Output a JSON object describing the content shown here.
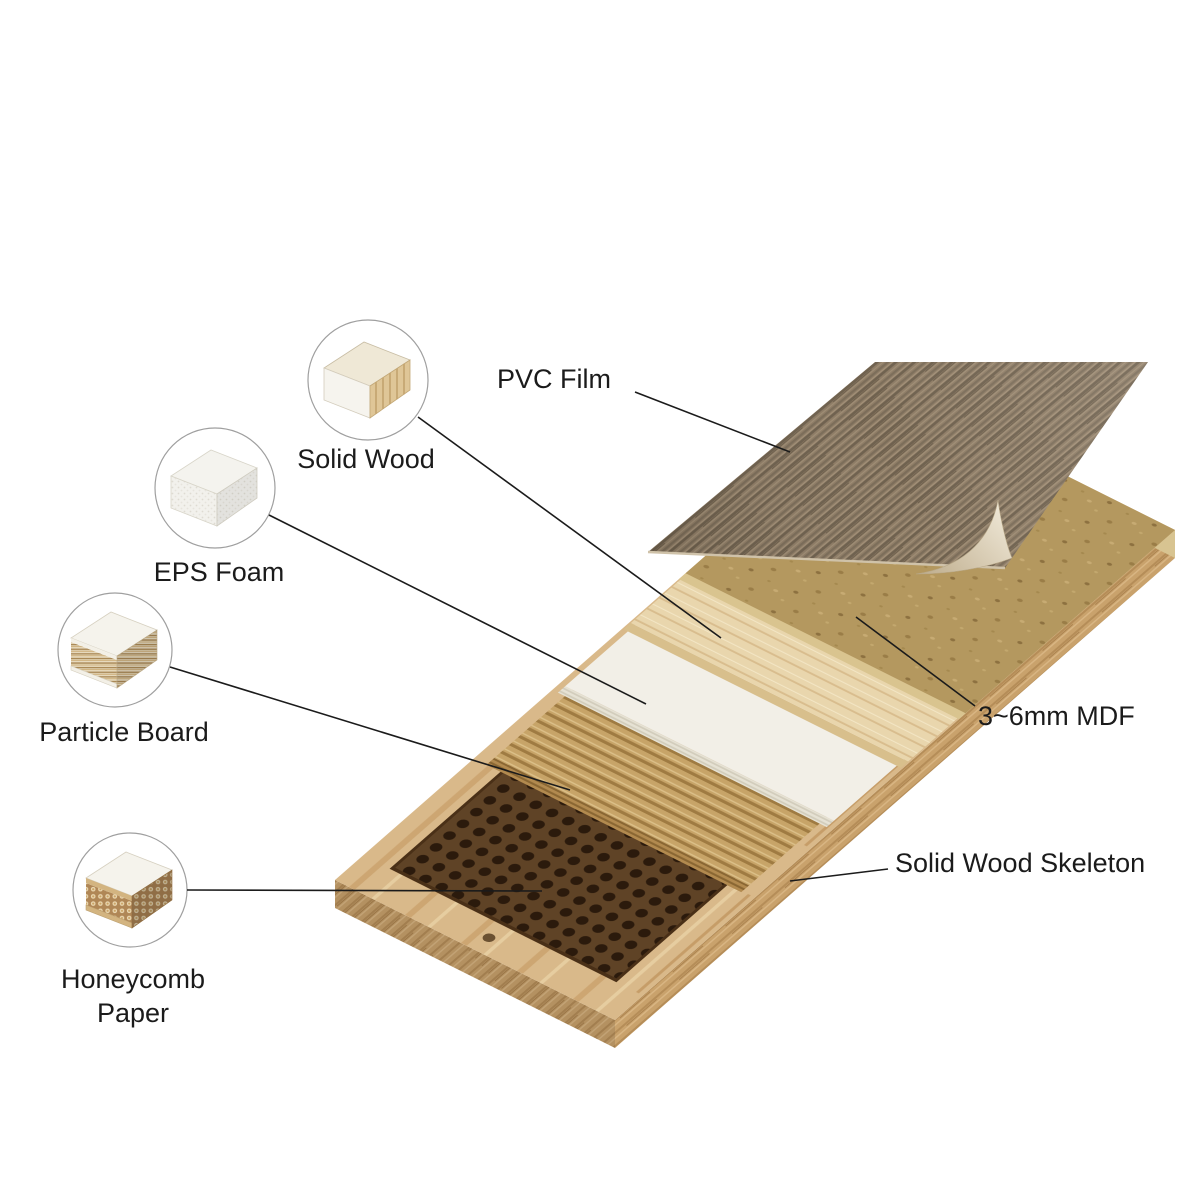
{
  "figure": {
    "background": "#ffffff",
    "text_color": "#1b1b1b",
    "line_color": "#1b1b1b",
    "callouts": {
      "pvc_film": {
        "label": "PVC Film"
      },
      "solid_wood": {
        "label": "Solid Wood"
      },
      "eps_foam": {
        "label": "EPS Foam"
      },
      "particle_board": {
        "label": "Particle Board"
      },
      "honeycomb_paper": {
        "label": "Honeycomb Paper",
        "line1": "Honeycomb",
        "line2": "Paper"
      },
      "mdf": {
        "label": "3~6mm MDF"
      },
      "solid_wood_skeleton": {
        "label": "Solid Wood Skeleton"
      }
    },
    "colors": {
      "frame_wood": "#d9b98a",
      "honeycomb_paper": "#5f4326",
      "particle_board": "#c7a468",
      "eps_foam": "#f2efe7",
      "solid_wood": "#e9d6ac",
      "mdf": "#b4985f",
      "pvc_film": "#8c7a63"
    }
  }
}
